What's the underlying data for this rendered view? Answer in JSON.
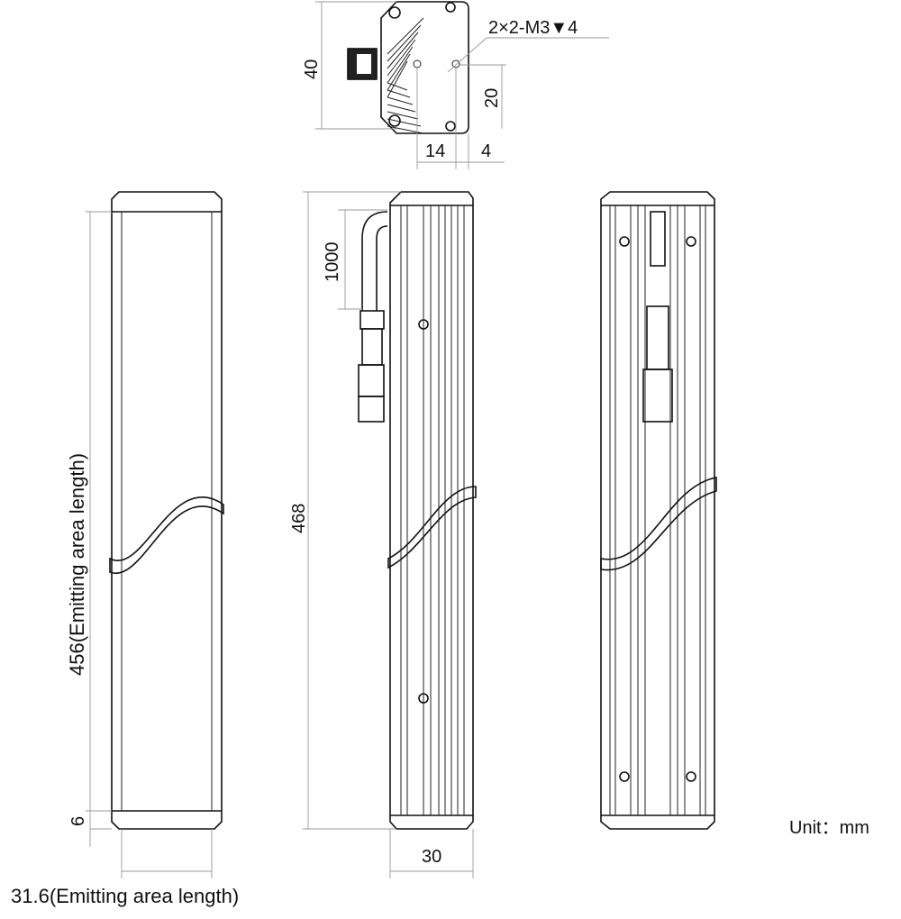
{
  "top_view": {
    "dim_height": "40",
    "hole_spec": "2×2-M3▼4",
    "dim_hole_height": "20",
    "dim_hole_offset": "14",
    "dim_edge_offset": "4"
  },
  "front_view": {
    "dim_emitting_length": "456(Emitting area length)",
    "dim_end": "6",
    "dim_emitting_width": "31.6(Emitting area length)"
  },
  "side_view": {
    "dim_total_length": "468",
    "dim_cable_length": "1000",
    "dim_width": "30"
  },
  "unit_label": "Unit：mm"
}
